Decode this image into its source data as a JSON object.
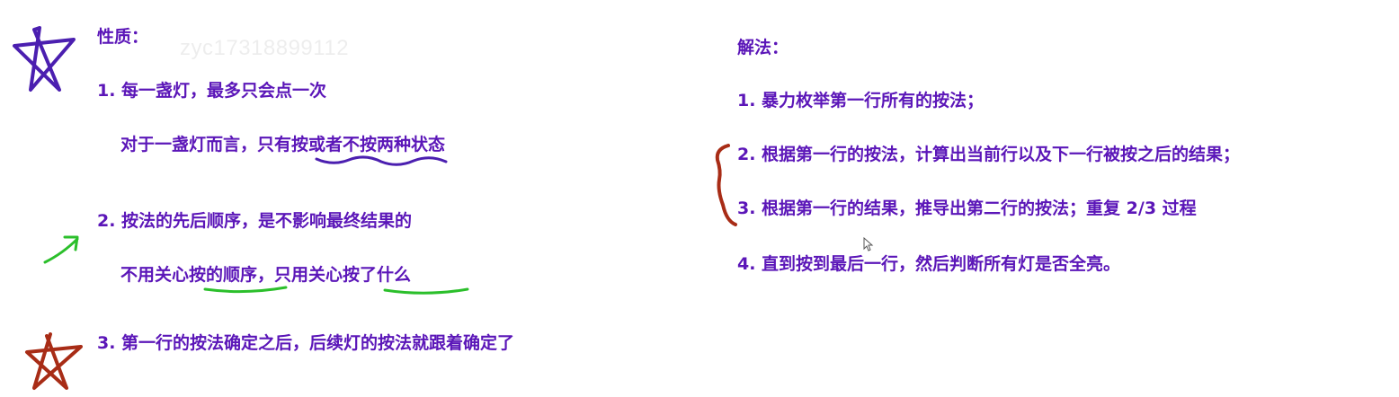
{
  "watermark": "zyc17318899112",
  "properties": {
    "heading": "性质：",
    "p1_title": "1. 每一盏灯，最多只会点一次",
    "p1_detail": "对于一盏灯而言，只有按或者不按两种状态",
    "p2_title": "2. 按法的先后顺序，是不影响最终结果的",
    "p2_detail": "不用关心按的顺序，只用关心按了什么",
    "p3_title": "3. 第一行的按法确定之后，后续灯的按法就跟着确定了"
  },
  "solution": {
    "heading": "解法：",
    "steps": [
      "1. 暴力枚举第一行所有的按法；",
      "2. 根据第一行的按法，计算出当前行以及下一行被按之后的结果；",
      "3. 根据第一行的结果，推导出第二行的按法；重复 2/3 过程",
      "4. 直到按到最后一行，然后判断所有灯是否全亮。"
    ]
  },
  "colors": {
    "text": "#5b16b8",
    "ink_purple": "#4b1fb0",
    "ink_green": "#2bbf2b",
    "ink_red": "#a82c16"
  },
  "icons": [
    "purple-star-icon",
    "green-arrow-icon",
    "red-star-icon",
    "red-brace-icon",
    "cursor-icon"
  ]
}
